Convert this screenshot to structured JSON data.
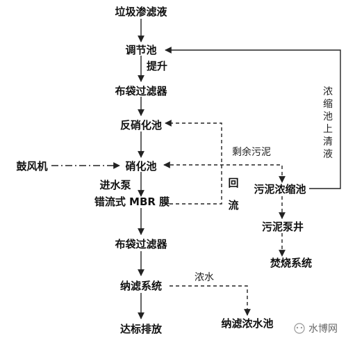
{
  "nodes": {
    "leachate": "垃圾渗滤液",
    "regulating_tank": "调节池",
    "bag_filter_1": "布袋过滤器",
    "denitrification_tank": "反硝化池",
    "blower": "鼓风机",
    "nitrification_tank": "硝化池",
    "inlet_pump": "进水泵",
    "mbr": "错流式 MBR 膜",
    "bag_filter_2": "布袋过滤器",
    "nf_system": "纳滤系统",
    "discharge": "达标排放",
    "sludge_thickener": "污泥浓缩池",
    "sludge_pump_well": "污泥泵井",
    "incineration": "焚烧系统",
    "nf_concentrate_tank": "纳滤浓水池"
  },
  "edge_labels": {
    "lift": "提升",
    "excess_sludge": "剩余污泥",
    "reflux_1": "回",
    "reflux_2": "流",
    "concentrate": "浓水",
    "supernatant": [
      "浓",
      "缩",
      "池",
      "上",
      "清",
      "液"
    ]
  },
  "watermark": "水博网"
}
